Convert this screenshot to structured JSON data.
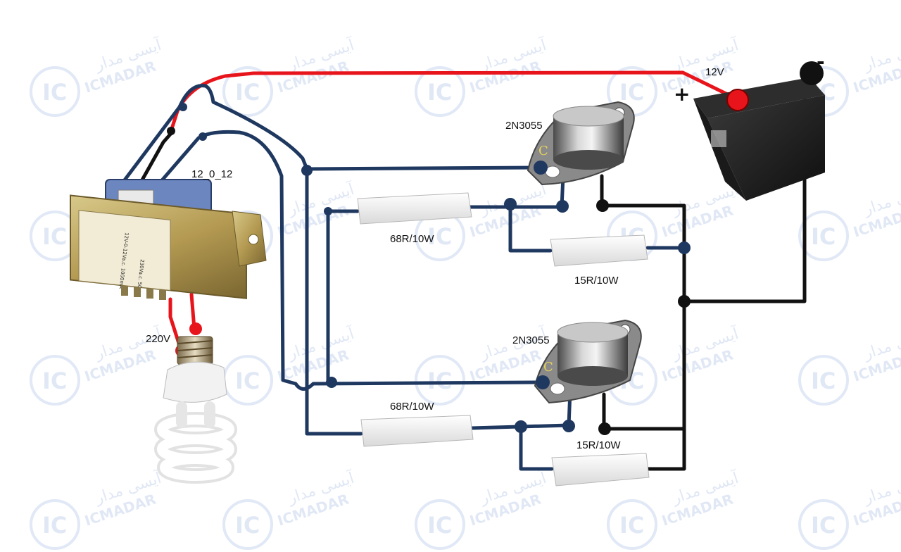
{
  "watermark": {
    "brand_en": "ICMADAR",
    "brand_fa": "آیسی مدار",
    "logo_text": "IC"
  },
  "labels": {
    "transformer_taps": "12_0_12",
    "battery_voltage": "12V",
    "battery_plus": "+",
    "battery_minus": "-",
    "mains_voltage": "220V",
    "transistor_top": "2N3055",
    "transistor_bottom": "2N3055",
    "resistor_top_base": "68R/10W",
    "resistor_top_emitter": "15R/10W",
    "resistor_bottom_base": "68R/10W",
    "resistor_bottom_emitter": "15R/10W",
    "pin_collector": "C",
    "transformer_rating": "230Va.c. 50Hz",
    "transformer_spec": "12V-0-12Va.c. 1000mA"
  },
  "colors": {
    "red_wire": "#e8141c",
    "navy_wire": "#1f3860",
    "black_wire": "#111111",
    "watermark": "#c9d6ee"
  }
}
